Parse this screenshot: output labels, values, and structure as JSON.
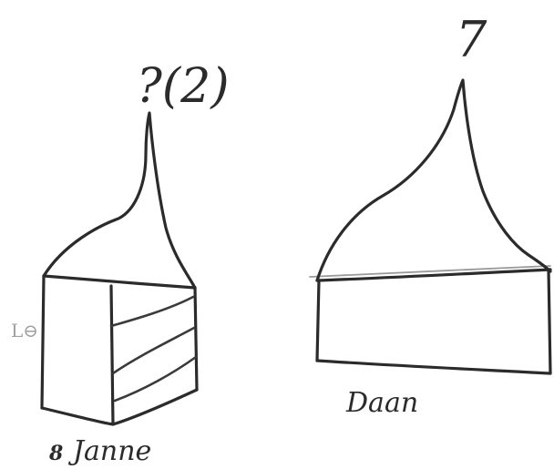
{
  "figures": [
    {
      "name": "Janne",
      "top_label": "?(2)",
      "name_label": "Janne",
      "name_prefix_mark": "8",
      "side_mark": "L⊖"
    },
    {
      "name": "Daan",
      "top_label": "7",
      "name_label": "Daan"
    }
  ]
}
